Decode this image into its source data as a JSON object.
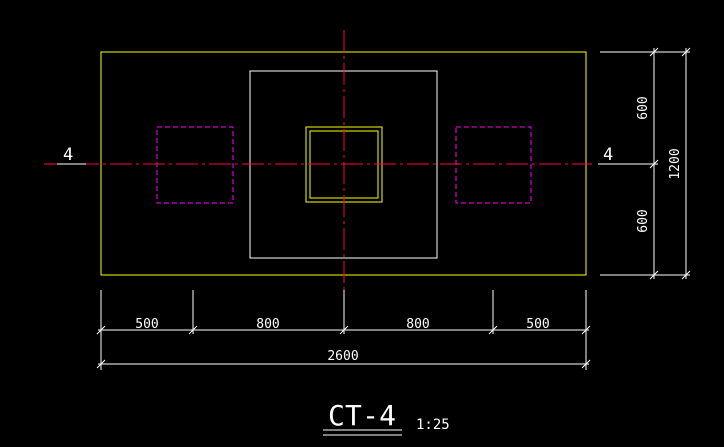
{
  "drawing": {
    "title": "CT-4",
    "scale": "1:25",
    "section_mark_left": "4",
    "section_mark_right": "4",
    "dims_bottom": [
      "500",
      "800",
      "800",
      "500"
    ],
    "dim_total_bottom": "2600",
    "dims_right": [
      "600",
      "600"
    ],
    "dim_total_right": "1200"
  },
  "colors": {
    "background": "#000000",
    "outline": "#ffff00",
    "column": "#ffffff",
    "pile": "#ff00ff",
    "centerline": "#ff0040",
    "dimension": "#ffffff"
  }
}
